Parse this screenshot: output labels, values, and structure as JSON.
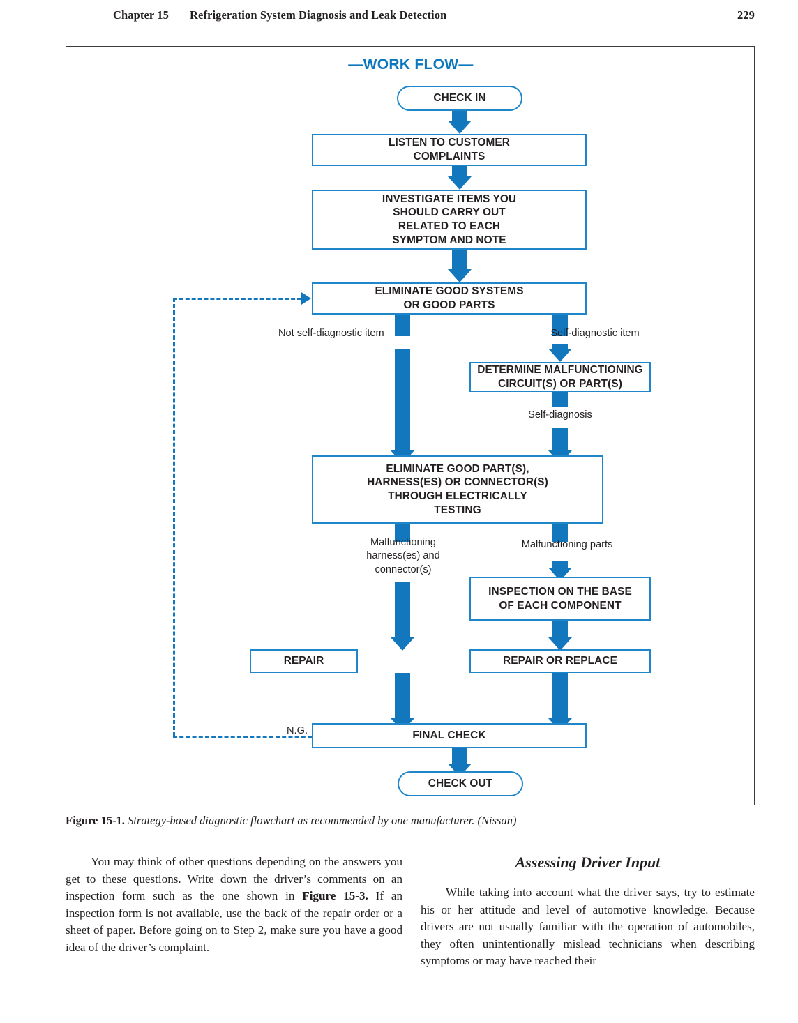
{
  "running_head": {
    "chapter": "Chapter 15",
    "title": "Refrigeration System Diagnosis and Leak Detection",
    "page_number": "229"
  },
  "figure": {
    "flow_title": "—WORK FLOW—",
    "accent_color": "#1277bc",
    "box_border_color": "#1f87c9",
    "nodes": {
      "check_in": "CHECK IN",
      "listen": "LISTEN TO CUSTOMER\nCOMPLAINTS",
      "investigate": "INVESTIGATE ITEMS YOU\nSHOULD CARRY OUT\nRELATED TO EACH\nSYMPTOM AND NOTE",
      "eliminate_systems": "ELIMINATE GOOD SYSTEMS\nOR GOOD PARTS",
      "determine": "DETERMINE MALFUNCTIONING\nCIRCUIT(S) OR PART(S)",
      "eliminate_parts": "ELIMINATE GOOD PART(S),\nHARNESS(ES) OR CONNECTOR(S)\nTHROUGH ELECTRICALLY\nTESTING",
      "inspection": "INSPECTION ON THE BASE\nOF EACH COMPONENT",
      "repair": "REPAIR",
      "repair_or_replace": "REPAIR OR REPLACE",
      "final_check": "FINAL CHECK",
      "check_out": "CHECK OUT"
    },
    "edge_labels": {
      "not_self_diagnostic": "Not self-diagnostic item",
      "self_diagnostic": "Self-diagnostic item",
      "self_diagnosis": "Self-diagnosis",
      "malfunctioning_harness": "Malfunctioning\nharness(es) and\nconnector(s)",
      "malfunctioning_parts": "Malfunctioning parts",
      "ng": "N.G."
    }
  },
  "caption": {
    "label": "Figure 15-1.",
    "text": "Strategy-based diagnostic flowchart as recommended by one manufacturer. (Nissan)"
  },
  "body": {
    "left_paragraph_part1": "You may think of other questions depending on the answers you get to these questions. Write down the driver’s comments on an inspection form such as the one shown in ",
    "left_paragraph_bold": "Figure 15-3.",
    "left_paragraph_part2": " If an inspection form is not available, use the back of the repair order or a sheet of paper. Before going on to Step 2, make sure you have a good idea of the driver’s complaint.",
    "right_heading": "Assessing Driver Input",
    "right_paragraph": "While taking into account what the driver says, try to estimate his or her attitude and level of automotive knowledge. Because drivers are not usually familiar with the operation of automobiles, they often unintentionally mislead technicians when describing symptoms or may have reached their"
  }
}
